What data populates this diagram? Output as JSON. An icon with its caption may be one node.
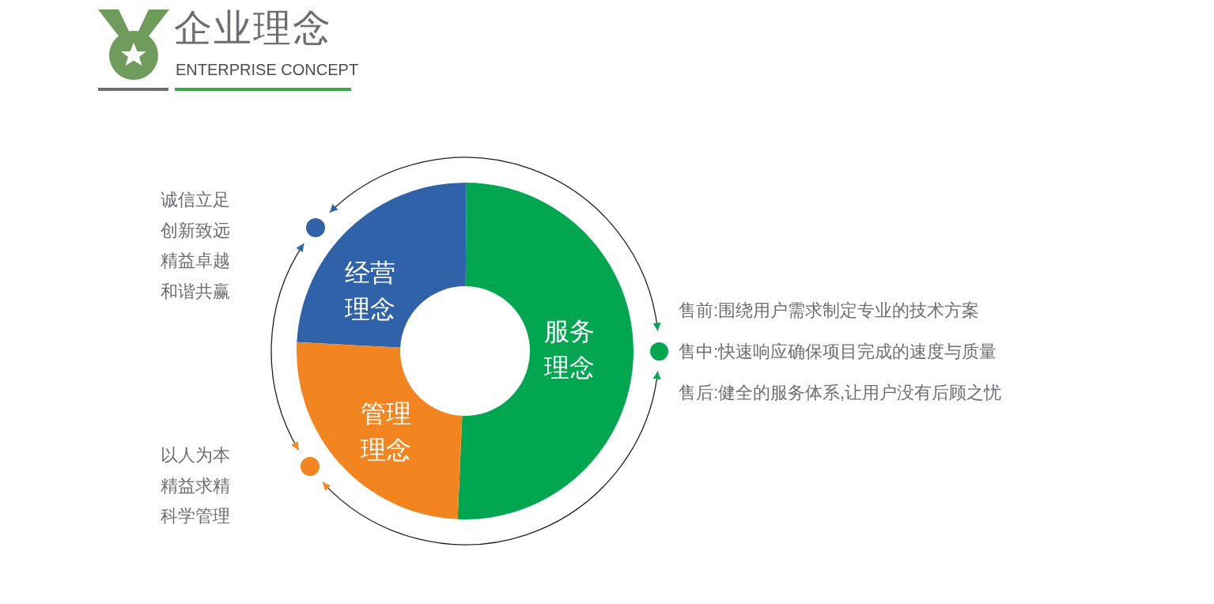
{
  "diagram": {
    "title": "企业理念",
    "nodes": [
      {
        "text": [
          "经营理念"
        ]
      },
      {
        "text": [
          "服务理念"
        ]
      },
      {
        "text": [
          "管理理念"
        ]
      },
      {
        "text": [],
        "shape": "circle",
        "beside": [
          "诚信立足",
          "创新致远",
          "精益卓越",
          "和谐共赢"
        ]
      },
      {
        "text": [],
        "shape": "circle",
        "beside": [
          "以人为本",
          "精益求精",
          "科学管理"
        ]
      },
      {
        "text": [],
        "shape": "circle",
        "beside": [
          "售前:围绕用户需求制定专业的技术方案",
          "售中:快速响应确保项目完成的速度与质量",
          "售后:健全的服务体系,让用户没有后顾之忧"
        ]
      }
    ],
    "edges": [
      {
        "from": 3,
        "to": 5,
        "arrow": "both"
      },
      {
        "from": 3,
        "to": 4,
        "arrow": "both"
      },
      {
        "from": 4,
        "to": 5,
        "arrow": "both"
      }
    ],
    "labels": [
      "ENTERPRISE CONCEPT"
    ]
  }
}
